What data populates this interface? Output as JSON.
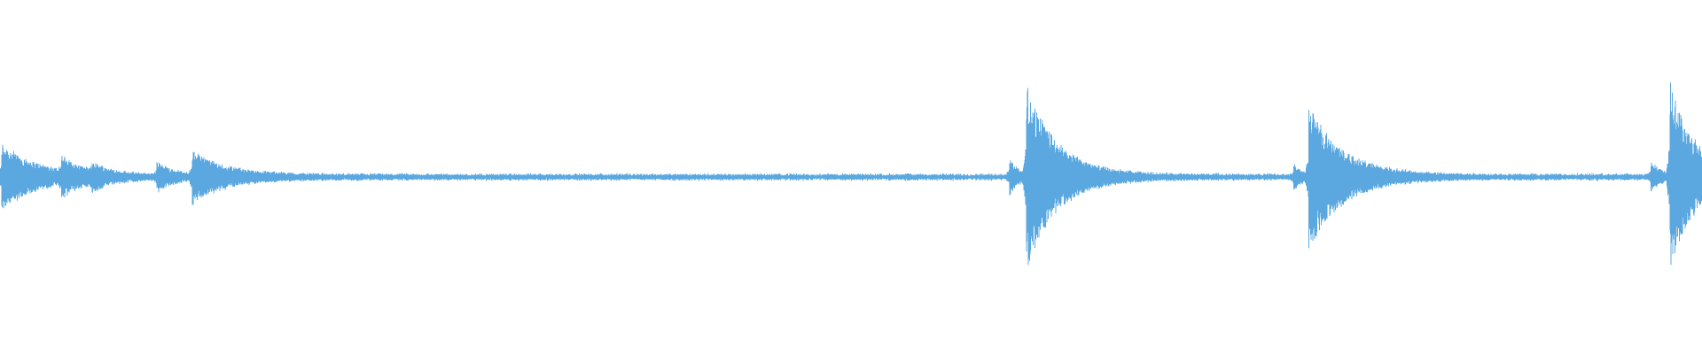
{
  "waveform": {
    "color": "#5ba8e0",
    "background": "#ffffff",
    "baseline_level": 0.016,
    "transients": [
      {
        "position": 0.001,
        "amplitude": 0.18,
        "decay": 0.02
      },
      {
        "position": 0.036,
        "amplitude": 0.08,
        "decay": 0.012
      },
      {
        "position": 0.054,
        "amplitude": 0.05,
        "decay": 0.01
      },
      {
        "position": 0.092,
        "amplitude": 0.07,
        "decay": 0.01
      },
      {
        "position": 0.113,
        "amplitude": 0.13,
        "decay": 0.02
      },
      {
        "position": 0.603,
        "amplitude": 0.51,
        "decay": 0.018
      },
      {
        "position": 0.593,
        "amplitude": 0.1,
        "decay": 0.005
      },
      {
        "position": 0.769,
        "amplitude": 0.39,
        "decay": 0.02
      },
      {
        "position": 0.76,
        "amplitude": 0.06,
        "decay": 0.005
      },
      {
        "position": 0.981,
        "amplitude": 0.53,
        "decay": 0.015
      },
      {
        "position": 0.97,
        "amplitude": 0.08,
        "decay": 0.005
      }
    ]
  }
}
